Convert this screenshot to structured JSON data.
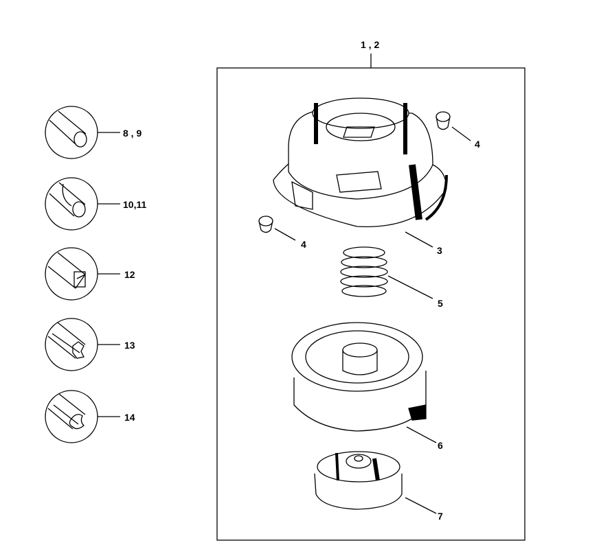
{
  "callouts": {
    "assembly": "1 , 2",
    "bushing_top": "4",
    "bushing_left": "4",
    "housing": "3",
    "spring": "5",
    "spool": "6",
    "bump_knob": "7",
    "line_round": "8 , 9",
    "line_twisted": "10,11",
    "line_square": "12",
    "line_star": "13",
    "line_cross": "14"
  },
  "colors": {
    "line": "#000000",
    "background": "#ffffff"
  }
}
